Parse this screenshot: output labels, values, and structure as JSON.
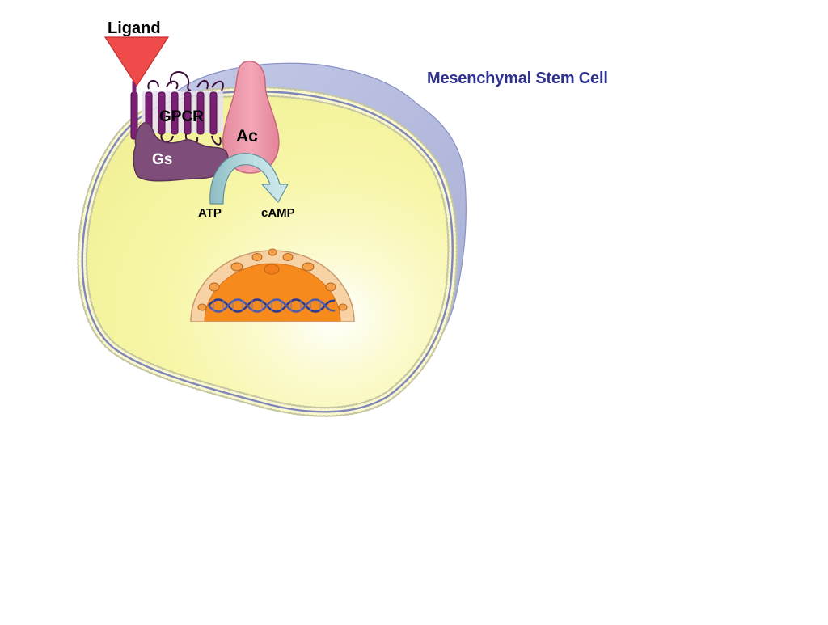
{
  "diagram": {
    "title": "Mesenchymal Stem Cell",
    "labels": {
      "ligand": "Ligand",
      "gpcr": "GPCR",
      "gs": "Gs",
      "ac": "Ac",
      "atp": "ATP",
      "camp": "cAMP"
    },
    "colors": {
      "title": "#2e3192",
      "cytoplasm": "#f7f6a8",
      "outer_cell": "#b4bbdc",
      "membrane_beads": "#f3f0b8",
      "membrane_line": "#7e87b8",
      "ligand": "#ef4b4b",
      "gpcr": "#7b1f74",
      "gs": "#7e4d79",
      "adenylyl_cyclase": "#ee9aab",
      "arrow": "#a9d3d8",
      "nucleus_envelope": "#f6d2a4",
      "nucleus_interior": "#f68a1d",
      "dna": "#2b3a8e"
    }
  }
}
